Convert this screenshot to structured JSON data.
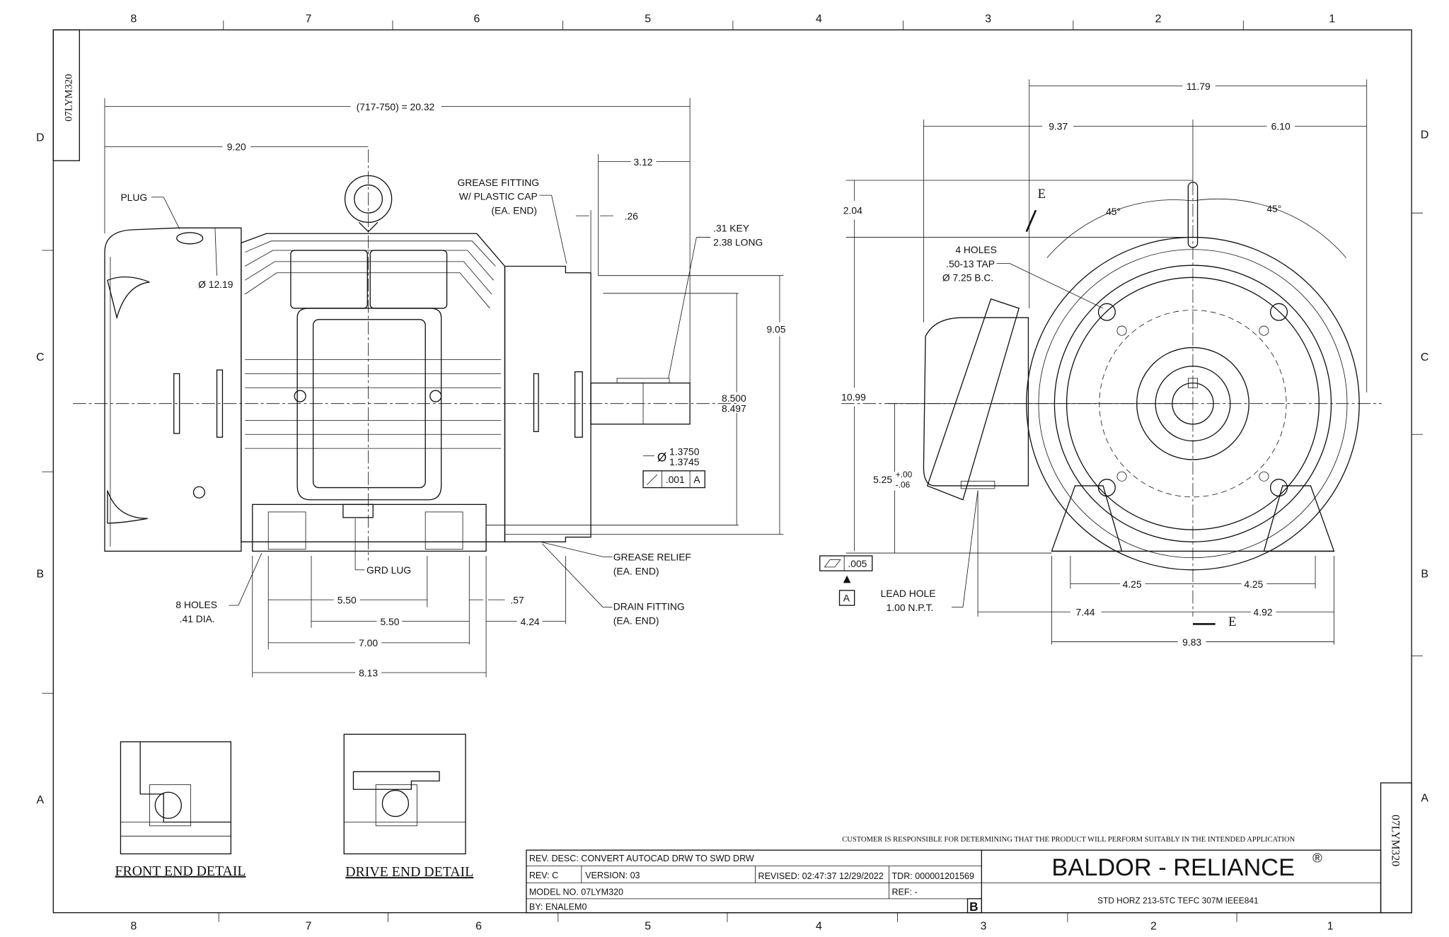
{
  "zones": {
    "columns": [
      "8",
      "7",
      "6",
      "5",
      "4",
      "3",
      "2",
      "1"
    ],
    "rows": [
      "D",
      "C",
      "B",
      "A"
    ]
  },
  "model_tag": "07LYM320",
  "side_view": {
    "overall_length": "(717-750) = 20.32",
    "dim_9_20": "9.20",
    "dim_3_12": "3.12",
    "dim_26": ".26",
    "plug": "PLUG",
    "grease_fitting": [
      "GREASE FITTING",
      "W/ PLASTIC CAP",
      "(EA. END)"
    ],
    "key": [
      ".31 KEY",
      "2.38 LONG"
    ],
    "dia_12_19": "Ø 12.19",
    "dim_9_05": "9.05",
    "pilot": [
      "8.500",
      "8.497"
    ],
    "shaft_dia_prefix": "Ø",
    "shaft_dia": [
      "1.3750",
      "1.3745"
    ],
    "runout_value": ".001",
    "runout_datum": "A",
    "grease_relief": [
      "GREASE RELIEF",
      "(EA. END)"
    ],
    "drain_fitting": [
      "DRAIN FITTING",
      "(EA. END)"
    ],
    "grd_lug": "GRD LUG",
    "holes": [
      "8 HOLES",
      ".41 DIA."
    ],
    "dim_5_50_a": "5.50",
    "dim_5_50_b": "5.50",
    "dim_57": ".57",
    "dim_4_24": "4.24",
    "dim_7_00": "7.00",
    "dim_8_13": "8.13"
  },
  "end_view": {
    "dim_11_79": "11.79",
    "dim_9_37": "9.37",
    "dim_6_10": "6.10",
    "dim_2_04": "2.04",
    "section_label": "E",
    "angle_left": "45°",
    "angle_right": "45°",
    "tap_holes": [
      "4 HOLES",
      ".50-13 TAP",
      "Ø 7.25 B.C."
    ],
    "dim_10_99": "10.99",
    "dim_5_25": "5.25",
    "tol_plus": "+.00",
    "tol_minus": "-.06",
    "flatness_value": ".005",
    "datum": "A",
    "lead_hole": [
      "LEAD HOLE",
      "1.00 N.P.T."
    ],
    "dim_4_25_a": "4.25",
    "dim_4_25_b": "4.25",
    "dim_7_44": "7.44",
    "dim_4_92": "4.92",
    "dim_9_83": "9.83"
  },
  "details": {
    "front": "FRONT  END  DETAIL",
    "drive": "DRIVE  END  DETAIL"
  },
  "title_block": {
    "notice": "CUSTOMER IS RESPONSIBLE FOR DETERMINING THAT THE PRODUCT WILL PERFORM SUITABLY IN THE INTENDED APPLICATION",
    "rev_desc": "REV. DESC: CONVERT AUTOCAD DRW TO SWD DRW",
    "rev": "REV:  C",
    "version": "VERSION:  03",
    "revised": "REVISED:  02:47:37 12/29/2022",
    "tdr": "TDR: 000001201569",
    "model_no": "MODEL NO.  07LYM320",
    "ref": "REF:  -",
    "by": "BY: ENALEM0",
    "size_letter": "B",
    "company": "BALDOR - RELIANCE",
    "registered": "®",
    "description": "STD HORZ 213-5TC TEFC 307M IEEE841"
  }
}
